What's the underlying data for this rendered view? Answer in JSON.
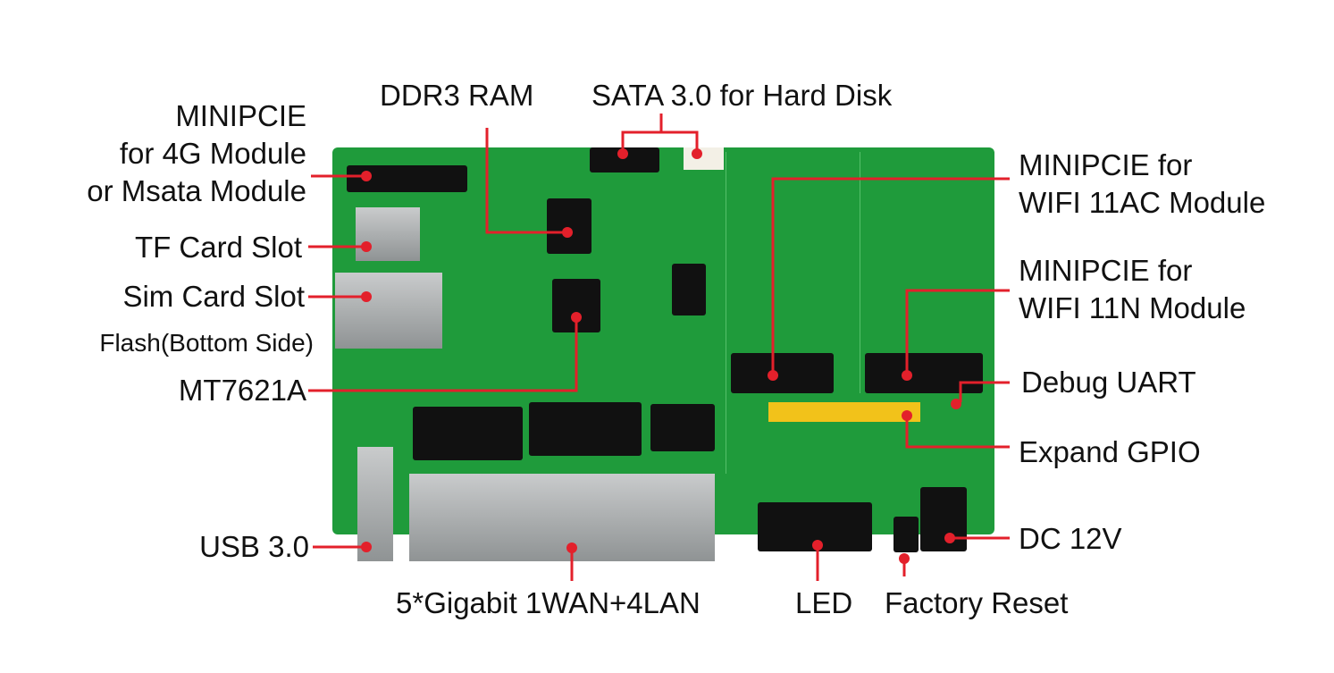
{
  "labels": {
    "minipcie_4g": [
      "MINIPCIE",
      "for 4G Module",
      "or Msata Module"
    ],
    "ddr3": "DDR3 RAM",
    "sata": "SATA 3.0 for Hard Disk",
    "wifi_ac": [
      "MINIPCIE for",
      "WIFI 11AC Module"
    ],
    "wifi_n": [
      "MINIPCIE for",
      "WIFI 11N Module"
    ],
    "tf": "TF Card Slot",
    "sim": "Sim Card Slot",
    "flash": "Flash(Bottom Side)",
    "mt7621a": "MT7621A",
    "debug_uart": "Debug UART",
    "expand_gpio": "Expand GPIO",
    "usb": "USB 3.0",
    "dc": "DC 12V",
    "ethernet": "5*Gigabit 1WAN+4LAN",
    "led": "LED",
    "reset": "Factory Reset"
  },
  "colors": {
    "board": "#1f9b3b",
    "leader": "#e3202b"
  }
}
